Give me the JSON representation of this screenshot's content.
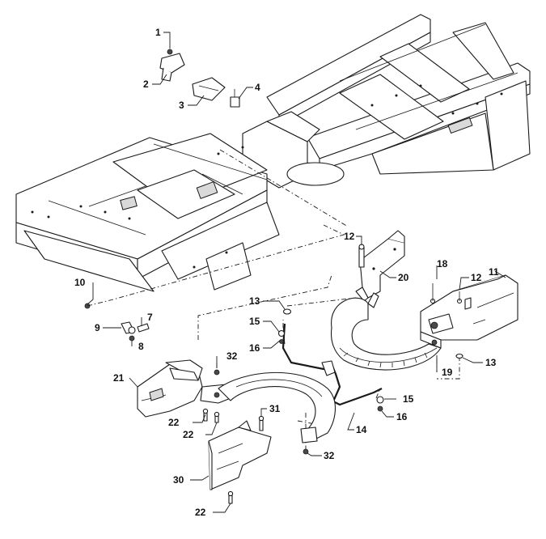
{
  "callouts": {
    "c1": "1",
    "c2": "2",
    "c3": "3",
    "c4": "4",
    "c10": "10",
    "c7": "7",
    "c9": "9",
    "c8": "8",
    "c12a": "12",
    "c20": "20",
    "c18": "18",
    "c12b": "12",
    "c11": "11",
    "c13a": "13",
    "c15a": "15",
    "c16a": "16",
    "c13b": "13",
    "c19": "19",
    "c21": "21",
    "c32a": "32",
    "c31": "31",
    "c22a": "22",
    "c22b": "22",
    "c15b": "15",
    "c16b": "16",
    "c14": "14",
    "c32b": "32",
    "c30": "30",
    "c22c": "22"
  }
}
